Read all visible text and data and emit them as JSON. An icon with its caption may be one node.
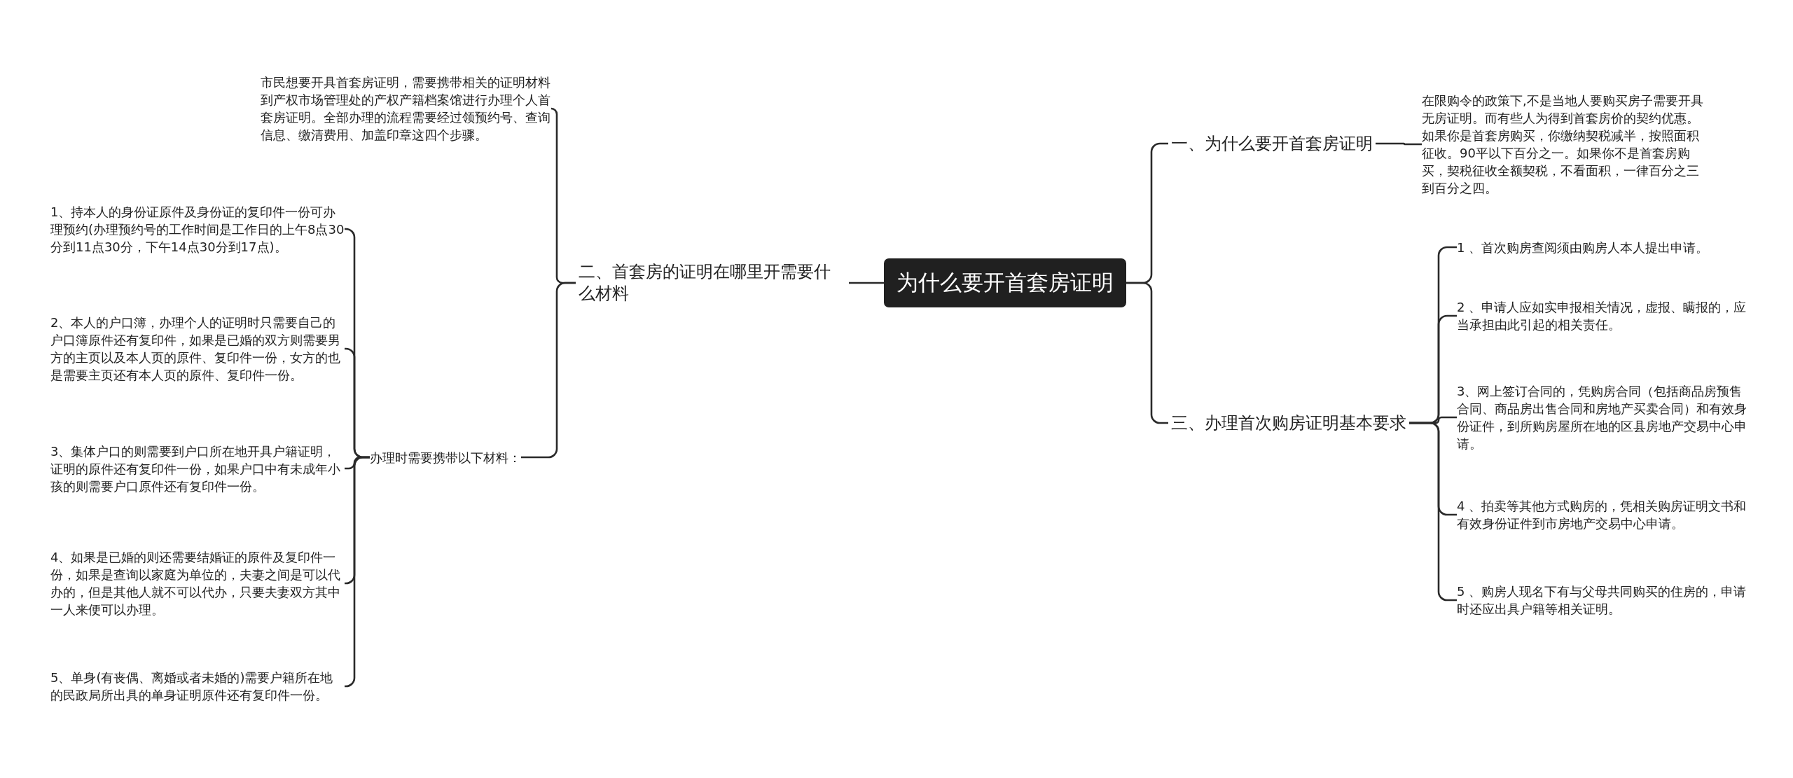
{
  "diagram": {
    "nodes": [
      {
        "text": [
          "为什么要开首套房证明"
        ]
      },
      {
        "text": [
          "一、为什么要开首套房证明"
        ]
      },
      {
        "text": [
          "在限购令的政策下,不是当地人要购买房子需要开具无房证明。而有些人为得到首套房价的契约优惠。如果你是首套房购买，你缴纳契税减半，按照面积征收。90平以下百分之一。如果你不是首套房购买，契税征收全额契税，不看面积，一律百分之三到百分之四。"
        ]
      },
      {
        "text": [
          "三、办理首次购房证明基本要求"
        ]
      },
      {
        "text": [
          "1 、首次购房查阅须由购房人本人提出申请。"
        ]
      },
      {
        "text": [
          "2 、申请人应如实申报相关情况，虚报、瞒报的，应当承担由此引起的相关责任。"
        ]
      },
      {
        "text": [
          "3、网上签订合同的，凭购房合同（包括商品房预售合同、商品房出售合同和房地产买卖合同）和有效身份证件，到所购房屋所在地的区县房地产交易中心申请。"
        ]
      },
      {
        "text": [
          "4 、拍卖等其他方式购房的，凭相关购房证明文书和有效身份证件到市房地产交易中心申请。"
        ]
      },
      {
        "text": [
          "5 、购房人现名下有与父母共同购买的住房的，申请时还应出具户籍等相关证明。"
        ]
      },
      {
        "text": [
          "二、首套房的证明在哪里开需要什么材料"
        ]
      },
      {
        "text": [
          "市民想要开具首套房证明，需要携带相关的证明材料到产权市场管理处的产权产籍档案馆进行办理个人首套房证明。全部办理的流程需要经过领预约号、查询信息、缴清费用、加盖印章这四个步骤。"
        ]
      },
      {
        "text": [
          "办理时需要携带以下材料："
        ]
      },
      {
        "text": [
          "1、持本人的身份证原件及身份证的复印件一份可办理预约(办理预约号的工作时间是工作日的上午8点30分到11点30分，下午14点30分到17点)。"
        ]
      },
      {
        "text": [
          "2、本人的户口簿，办理个人的证明时只需要自己的户口簿原件还有复印件，如果是已婚的双方则需要男方的主页以及本人页的原件、复印件一份，女方的也是需要主页还有本人页的原件、复印件一份。"
        ]
      },
      {
        "text": [
          "3、集体户口的则需要到户口所在地开具户籍证明，证明的原件还有复印件一份，如果户口中有未成年小孩的则需要户口原件还有复印件一份。"
        ]
      },
      {
        "text": [
          "4、如果是已婚的则还需要结婚证的原件及复印件一份，如果是查询以家庭为单位的，夫妻之间是可以代办的，但是其他人就不可以代办，只要夫妻双方其中一人来便可以办理。"
        ]
      },
      {
        "text": [
          "5、单身(有丧偶、离婚或者未婚的)需要户籍所在地的民政局所出具的单身证明原件还有复印件一份。"
        ]
      }
    ],
    "edges": [
      {
        "from": 0,
        "to": 1,
        "arrow": "none"
      },
      {
        "from": 1,
        "to": 2,
        "arrow": "none"
      },
      {
        "from": 0,
        "to": 3,
        "arrow": "none"
      },
      {
        "from": 3,
        "to": 4,
        "arrow": "none"
      },
      {
        "from": 3,
        "to": 5,
        "arrow": "none"
      },
      {
        "from": 3,
        "to": 6,
        "arrow": "none"
      },
      {
        "from": 3,
        "to": 7,
        "arrow": "none"
      },
      {
        "from": 3,
        "to": 8,
        "arrow": "none"
      },
      {
        "from": 0,
        "to": 9,
        "arrow": "none"
      },
      {
        "from": 9,
        "to": 10,
        "arrow": "none"
      },
      {
        "from": 9,
        "to": 11,
        "arrow": "none"
      },
      {
        "from": 11,
        "to": 12,
        "arrow": "none"
      },
      {
        "from": 11,
        "to": 13,
        "arrow": "none"
      },
      {
        "from": 11,
        "to": 14,
        "arrow": "none"
      },
      {
        "from": 11,
        "to": 15,
        "arrow": "none"
      },
      {
        "from": 11,
        "to": 16,
        "arrow": "none"
      }
    ]
  }
}
